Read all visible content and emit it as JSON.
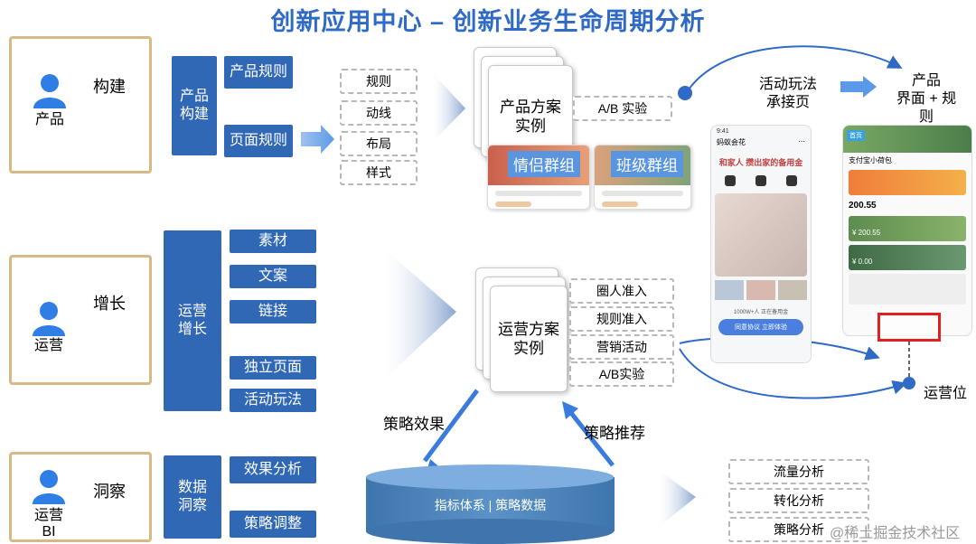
{
  "title": "创新应用中心 – 创新业务生命周期分析",
  "rows": [
    {
      "role": "产品",
      "action": "构建",
      "group": "产品\n构建",
      "subs": [
        "产品规则",
        "页面规则"
      ],
      "details": [
        "规则",
        "动线",
        "布局",
        "样式"
      ]
    },
    {
      "role": "运营",
      "action": "增长",
      "group": "运营\n增长",
      "subs": [
        "素材",
        "文案",
        "链接",
        "独立页面",
        "活动玩法"
      ]
    },
    {
      "role": "运营\nBI",
      "action": "洞察",
      "group": "数据\n洞察",
      "subs": [
        "效果分析",
        "策略调整"
      ]
    }
  ],
  "product_card": "产品方案\n实例",
  "operation_card": "运营方案\n实例",
  "ab_test": "A/B 实验",
  "op_details": [
    "圈人准入",
    "规则准入",
    "营销活动",
    "A/B实验"
  ],
  "thumbs": [
    "情侣群组",
    "班级群组"
  ],
  "activity_label": "活动玩法\n承接页",
  "product_label": "产品\n界面 + 规\n则",
  "ops_position": "运营位",
  "effect_label": "策略效果",
  "recommend_label": "策略推荐",
  "db_label": "指标体系 | 策略数据",
  "analysis": [
    "流量分析",
    "转化分析",
    "策略分析"
  ],
  "phone1": {
    "time": "9:41",
    "app": "蚂蚁会花",
    "slogan": "和家人 攒出家的备用金",
    "count": "1000W+人 正在备用金",
    "btn": "同意协议 立即体验"
  },
  "phone2": {
    "tag": "首页",
    "title": "支付宝小荷包",
    "amount1": "200.55",
    "amount2": "¥ 200.55",
    "amount3": "¥ 0.00"
  },
  "watermark": "@稀土掘金技术社区",
  "colors": {
    "accent": "#2f6bc6",
    "block": "#3068b6",
    "role_border": "#d9b887",
    "db": "#4a84b8"
  }
}
